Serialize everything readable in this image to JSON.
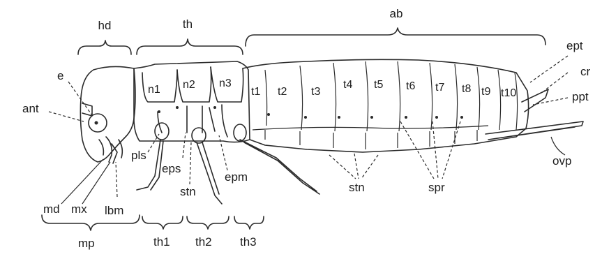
{
  "labels": {
    "hd": "hd",
    "th": "th",
    "ab": "ab",
    "e": "e",
    "ant": "ant",
    "ept": "ept",
    "cr": "cr",
    "ppt": "ppt",
    "ovp": "ovp",
    "pls": "pls",
    "eps": "eps",
    "stn_thorax": "stn",
    "epm": "epm",
    "stn_abdomen": "stn",
    "spr": "spr",
    "md": "md",
    "mx": "mx",
    "lbm": "lbm",
    "mp": "mp",
    "th1": "th1",
    "th2": "th2",
    "th3": "th3"
  },
  "notal_segments": [
    "n1",
    "n2",
    "n3"
  ],
  "tergites": [
    "t1",
    "t2",
    "t3",
    "t4",
    "t5",
    "t6",
    "t7",
    "t8",
    "t9",
    "t10"
  ]
}
